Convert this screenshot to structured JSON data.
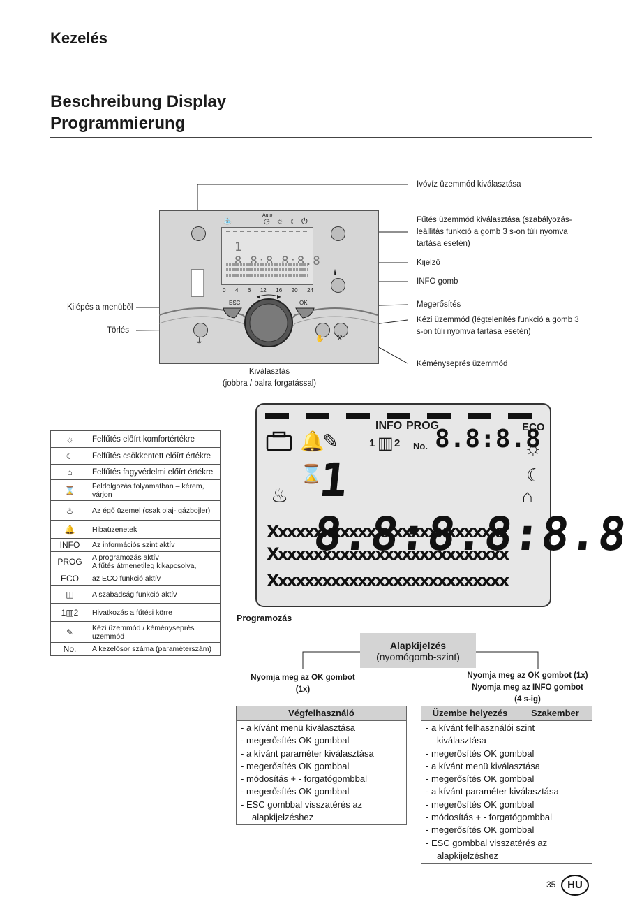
{
  "header": {
    "section": "Kezelés",
    "title_line1": "Beschreibung Display",
    "title_line2": "Programmierung"
  },
  "controller": {
    "callouts_right": {
      "dhw": "Ivóvíz üzemmód kiválasztása",
      "heating_1": "Fűtés üzemmód kiválasztása (szabályozás-",
      "heating_2": "leállítás funkció a gomb 3 s-on túli nyomva",
      "heating_3": "tartása esetén)",
      "display": "Kijelző",
      "info": "INFO gomb",
      "confirm": "Megerősítés",
      "manual_1": "Kézi üzemmód (légtelenítés funkció a gomb 3",
      "manual_2": "s-on túli nyomva tartása esetén)",
      "chimney": "Kéményseprés üzemmód"
    },
    "callouts_left": {
      "exit": "Kilépés a menüből",
      "delete": "Törlés"
    },
    "select_1": "Kiválasztás",
    "select_2": "(jobbra / balra forgatással)",
    "auto_label": "Auto",
    "esc_label": "ESC",
    "ok_label": "OK",
    "hours": [
      "0",
      "4",
      "6",
      "12",
      "16",
      "20",
      "24"
    ]
  },
  "symbols": [
    {
      "icon": "sun-icon",
      "glyph": "☼",
      "text": "Felfűtés előírt komfortértékre"
    },
    {
      "icon": "moon-icon",
      "glyph": "☾",
      "text": "Felfűtés csökkentett előírt értékre"
    },
    {
      "icon": "frost-house-icon",
      "glyph": "⌂",
      "text": "Felfűtés fagyvédelmi előírt értékre"
    },
    {
      "icon": "hourglass-icon",
      "glyph": "⌛",
      "text": "Feldolgozás folyamatban – kérem, várjon"
    },
    {
      "icon": "flame-icon",
      "glyph": "♨",
      "text": "Az égő üzemel (csak olaj- gázbojler)"
    },
    {
      "icon": "bell-icon",
      "glyph": "🔔",
      "text": "Hibaüzenetek"
    },
    {
      "icon": "",
      "glyph": "INFO",
      "text": "Az információs szint aktív"
    },
    {
      "icon": "",
      "glyph": "PROG",
      "text": "A programozás aktív\nA fűtés átmenetileg kikapcsolva,"
    },
    {
      "icon": "",
      "glyph": "ECO",
      "text": "az ECO funkció aktív"
    },
    {
      "icon": "suitcase-icon",
      "glyph": "◫",
      "text": "A szabadság funkció aktív"
    },
    {
      "icon": "radiator-icon",
      "glyph": "1▥2",
      "text": "Hivatkozás a fűtési körre"
    },
    {
      "icon": "wrench-icon",
      "glyph": "✎",
      "text": "Kézi üzemmód / kéményseprés üzemmód"
    },
    {
      "icon": "",
      "glyph": "No.",
      "text": "A kezelősor száma (paraméterszám)"
    }
  ],
  "lcd": {
    "info": "INFO",
    "prog": "PROG",
    "eco": "ECO",
    "no": "No.",
    "small_digits": "8.8:8.8",
    "big_digits": "1 8.8:8.8:8.8",
    "x_row": "Xxxxxxxxxxxxxxxxxxxxxxxxxxx",
    "circuit_left": "1",
    "circuit_right": "2"
  },
  "programming": {
    "title": "Programozás",
    "root_1": "Alapkijelzés",
    "root_2": "(nyomógomb-szint)",
    "left_instr_1": "Nyomja meg az OK gombot",
    "left_instr_2": "(1x)",
    "right_instr_1": "Nyomja meg az OK gombot (1x)",
    "right_instr_2": "Nyomja meg az INFO gombot",
    "right_instr_3": "(4 s-ig)",
    "user_head": "Végfelhasználó",
    "user_items": [
      "- a kívánt menü kiválasztása",
      "- megerősítés OK gombbal",
      "- a kívánt paraméter kiválasztása",
      "- megerősítés OK gombbal",
      "- módosítás + - forgatógombbal",
      "- megerősítés OK gombbal",
      "- ESC gombbal visszatérés az",
      "  alapkijelzéshez"
    ],
    "install_head": "Üzembe helyezés",
    "expert_head": "Szakember",
    "install_items": [
      "- a kívánt felhasználói szint",
      "  kiválasztása",
      "- megerősítés OK gombbal",
      "- a kívánt menü kiválasztása",
      "- megerősítés OK gombbal",
      "- a kívánt paraméter kiválasztása",
      "- megerősítés OK gombbal",
      "- módosítás + - forgatógombbal",
      "- megerősítés OK gombbal",
      "- ESC gombbal visszatérés az",
      "  alapkijelzéshez"
    ]
  },
  "footer": {
    "page": "35",
    "lang": "HU"
  }
}
